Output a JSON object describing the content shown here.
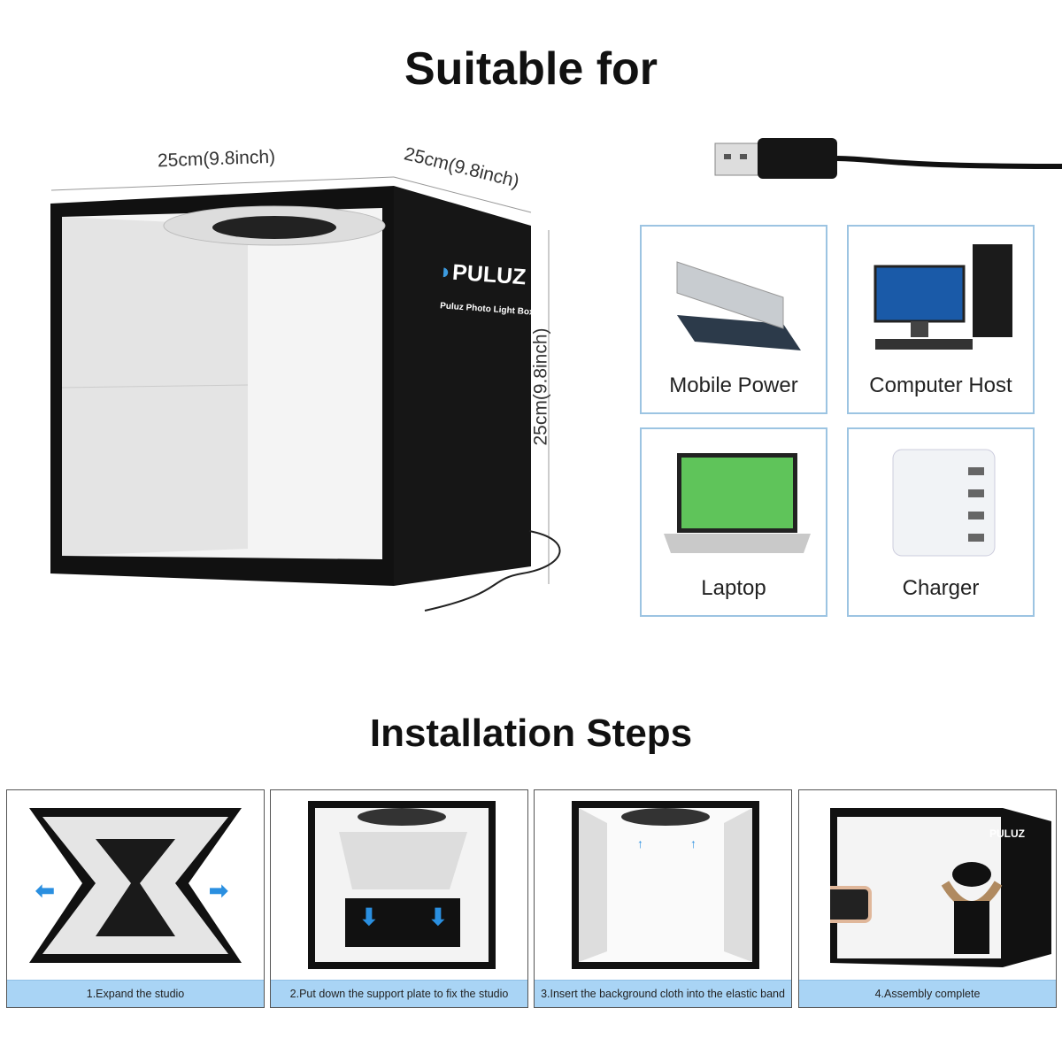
{
  "title": "Suitable for",
  "product": {
    "brand": "PULUZ",
    "subtitle": "Puluz Photo Light Box",
    "width_label": "25cm(9.8inch)",
    "depth_label": "25cm(9.8inch)",
    "height_label": "25cm(9.8inch)"
  },
  "devices": [
    {
      "label": "Mobile Power"
    },
    {
      "label": "Computer Host"
    },
    {
      "label": "Laptop"
    },
    {
      "label": "Charger"
    }
  ],
  "installation": {
    "title": "Installation Steps",
    "steps": [
      {
        "caption": "1.Expand the studio"
      },
      {
        "caption": "2.Put down the support plate to fix the studio"
      },
      {
        "caption": "3.Insert the background cloth into the elastic band"
      },
      {
        "caption": "4.Assembly complete"
      }
    ]
  }
}
